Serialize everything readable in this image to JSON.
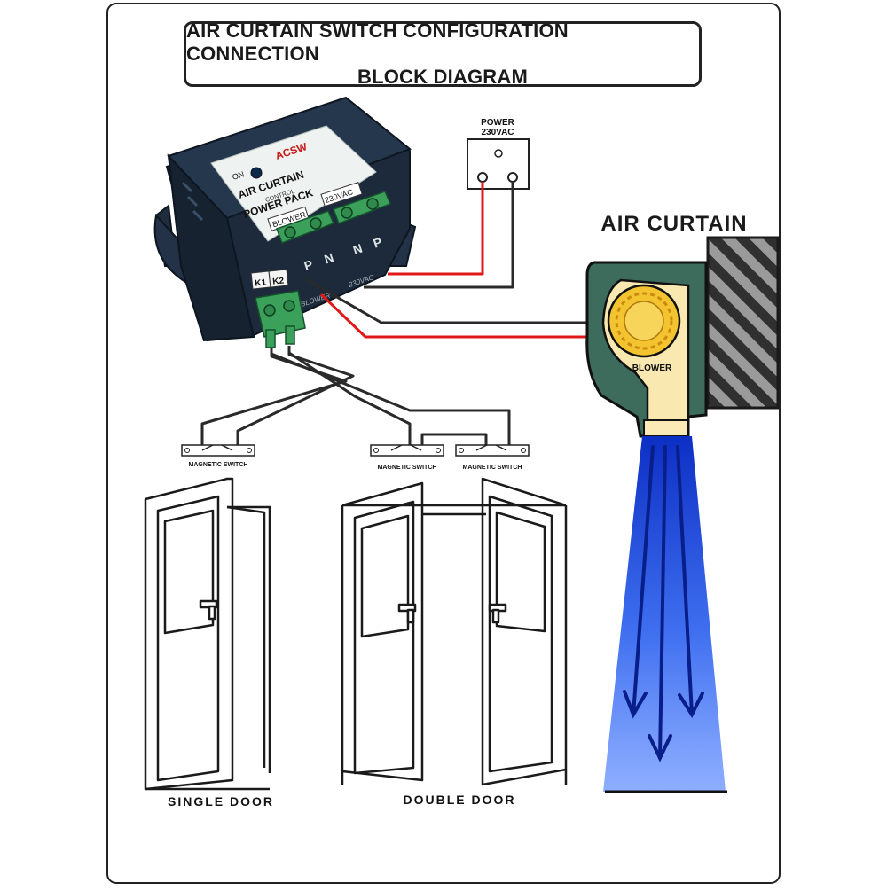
{
  "diagram": {
    "title_line1": "AIR CURTAIN SWITCH CONFIGURATION CONNECTION",
    "title_line2": "BLOCK DIAGRAM",
    "power_pack": {
      "brand": "ACSW",
      "on_label": "ON",
      "name_line1": "AIR CURTAIN",
      "name_line2": "CONTROL",
      "name_line3": "POWER PACK",
      "blower_tag": "BLOWER",
      "vac_tag": "230VAC",
      "terminal_p": "P",
      "terminal_n1": "N",
      "terminal_n2": "N",
      "terminal_p2": "P",
      "k1": "K1",
      "k2": "K2",
      "side_blower": "BLOWER",
      "side_vac": "230VAC"
    },
    "power_label_line1": "POWER",
    "power_label_line2": "230VAC",
    "air_curtain_label": "AIR CURTAIN",
    "blower_label": "BLOWER",
    "magnetic_switch_label": "MAGNETIC SWITCH",
    "single_door_label": "SINGLE DOOR",
    "double_door_label": "DOUBLE DOOR"
  },
  "colors": {
    "wire_red": "#e01818",
    "wire_black": "#2a2a2a",
    "unit_green": "#3d6b5c",
    "blower_yellow": "#f4c430",
    "terminal_green": "#3aa05a",
    "airflow_blue": "#1a3fd0"
  }
}
